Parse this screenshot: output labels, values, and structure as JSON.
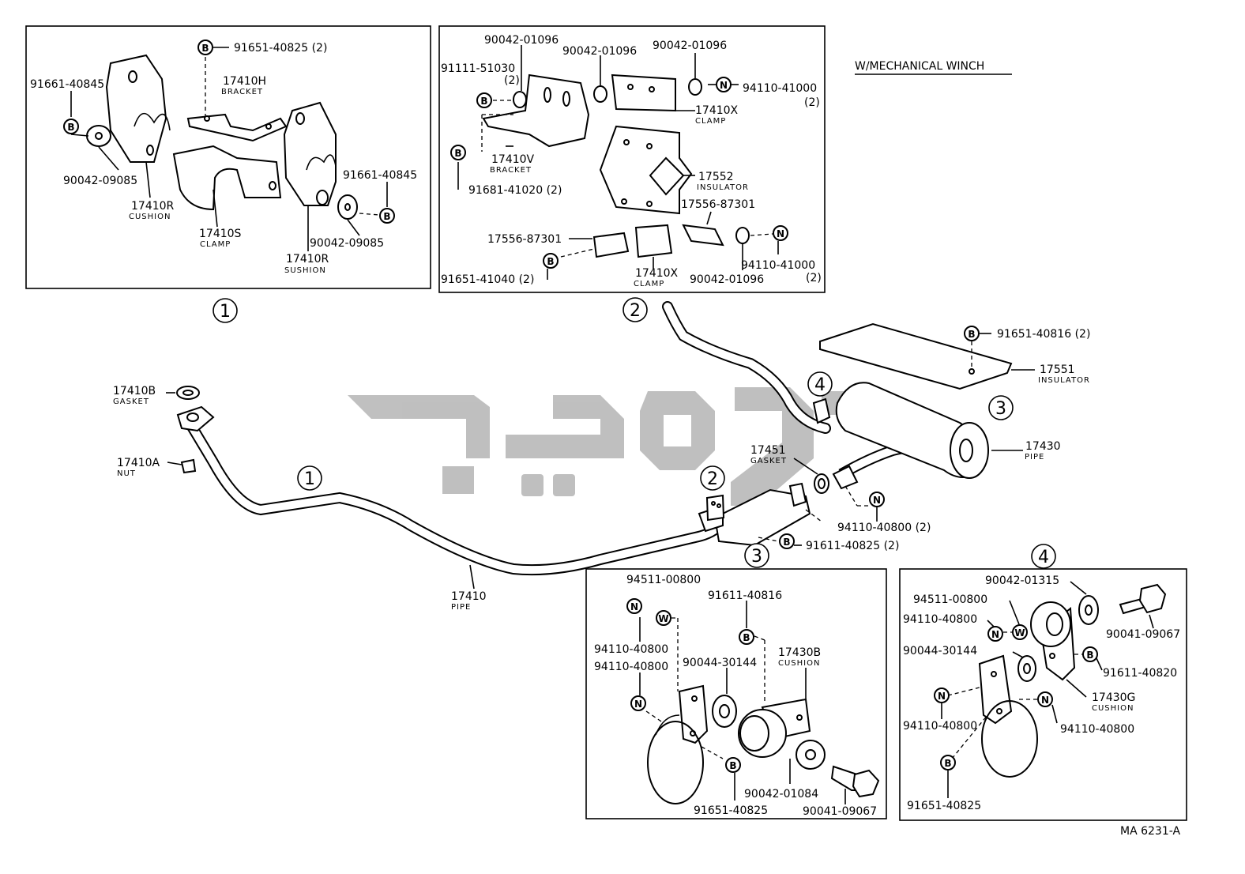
{
  "header": {
    "winch_note": "W/MECHANICAL WINCH",
    "drawing_code": "MA 6231-A"
  },
  "watermark": {
    "brand": "کوپارت",
    "color": "#b5b5b5"
  },
  "callouts": {
    "c1": "1",
    "c2": "2",
    "c3": "3",
    "c4": "4"
  },
  "symbols": {
    "bolt": "B",
    "nut": "N",
    "washer": "W"
  },
  "box1": {
    "labels": [
      {
        "text": "91651-40825 (2)"
      },
      {
        "text": "17410H",
        "sub": "BRACKET"
      },
      {
        "text": "91661-40845"
      },
      {
        "text": "90042-09085"
      },
      {
        "text": "17410R",
        "sub": "CUSHION"
      },
      {
        "text": "17410S",
        "sub": "CLAMP"
      },
      {
        "text": "17410R",
        "sub": "SUSHION"
      },
      {
        "text": "91661-40845"
      },
      {
        "text": "90042-09085"
      }
    ]
  },
  "box2": {
    "labels": [
      {
        "text": "90042-01096"
      },
      {
        "text": "90042-01096"
      },
      {
        "text": "90042-01096"
      },
      {
        "text": "91111-51030"
      },
      {
        "text": "(2)"
      },
      {
        "text": "94110-41000"
      },
      {
        "text": "(2)"
      },
      {
        "text": "17410X",
        "sub": "CLAMP"
      },
      {
        "text": "17410V",
        "sub": "BRACKET"
      },
      {
        "text": "17552",
        "sub": "INSULATOR"
      },
      {
        "text": "91681-41020 (2)"
      },
      {
        "text": "17556-87301"
      },
      {
        "text": "17556-87301"
      },
      {
        "text": "94110-41000"
      },
      {
        "text": "(2)"
      },
      {
        "text": "17410X",
        "sub": "CLAMP"
      },
      {
        "text": "90042-01096"
      },
      {
        "text": "91651-41040 (2)"
      }
    ]
  },
  "main": {
    "labels": [
      {
        "text": "91651-40816 (2)"
      },
      {
        "text": "17551",
        "sub": "INSULATOR"
      },
      {
        "text": "17410B",
        "sub": "GASKET"
      },
      {
        "text": "17410A",
        "sub": "NUT"
      },
      {
        "text": "17451",
        "sub": "GASKET"
      },
      {
        "text": "17430",
        "sub": "PIPE"
      },
      {
        "text": "94110-40800 (2)"
      },
      {
        "text": "91611-40825 (2)"
      },
      {
        "text": "17410",
        "sub": "PIPE"
      }
    ]
  },
  "box3": {
    "labels": [
      {
        "text": "94511-00800"
      },
      {
        "text": "91611-40816"
      },
      {
        "text": "94110-40800"
      },
      {
        "text": "94110-40800"
      },
      {
        "text": "90044-30144"
      },
      {
        "text": "17430B",
        "sub": "CUSHION"
      },
      {
        "text": "90042-01084"
      },
      {
        "text": "91651-40825"
      },
      {
        "text": "90041-09067"
      }
    ]
  },
  "box4": {
    "labels": [
      {
        "text": "90042-01315"
      },
      {
        "text": "94511-00800"
      },
      {
        "text": "94110-40800"
      },
      {
        "text": "90041-09067"
      },
      {
        "text": "90044-30144"
      },
      {
        "text": "91611-40820"
      },
      {
        "text": "17430G",
        "sub": "CUSHION"
      },
      {
        "text": "94110-40800"
      },
      {
        "text": "94110-40800"
      },
      {
        "text": "91651-40825"
      }
    ]
  }
}
